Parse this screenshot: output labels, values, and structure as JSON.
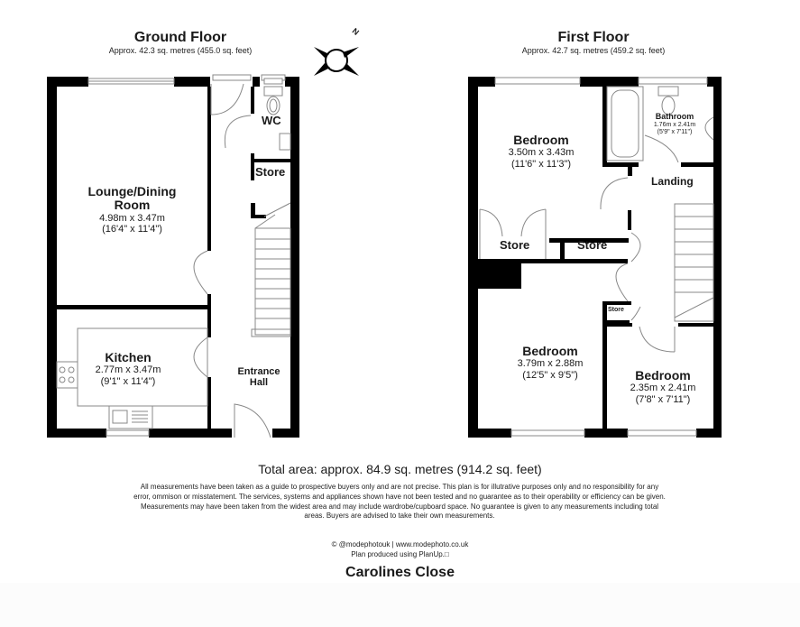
{
  "ground_floor": {
    "title": "Ground Floor",
    "area": "Approx. 42.3 sq. metres (455.0 sq. feet)",
    "rooms": [
      {
        "name_line1": "Lounge/Dining",
        "name_line2": "Room",
        "metric": "4.98m x 3.47m",
        "imperial": "(16'4\" x 11'4\")"
      },
      {
        "name_line1": "Kitchen",
        "metric": "2.77m x 3.47m",
        "imperial": "(9'1\" x 11'4\")"
      },
      {
        "name_line1": "Entrance",
        "name_line2": "Hall"
      },
      {
        "name_line1": "WC"
      },
      {
        "name_line1": "Store"
      }
    ]
  },
  "first_floor": {
    "title": "First Floor",
    "area": "Approx. 42.7 sq. metres (459.2 sq. feet)",
    "rooms": [
      {
        "name_line1": "Bedroom",
        "metric": "3.50m x 3.43m",
        "imperial": "(11'6\" x 11'3\")"
      },
      {
        "name_line1": "Bathroom",
        "metric": "1.76m x 2.41m",
        "imperial": "(5'9\" x 7'11\")"
      },
      {
        "name_line1": "Landing"
      },
      {
        "name_line1": "Store"
      },
      {
        "name_line1": "Store"
      },
      {
        "name_line1": "Store"
      },
      {
        "name_line1": "Bedroom",
        "metric": "3.79m x 2.88m",
        "imperial": "(12'5\" x 9'5\")"
      },
      {
        "name_line1": "Bedroom",
        "metric": "2.35m x 2.41m",
        "imperial": "(7'8\" x 7'11\")"
      }
    ]
  },
  "compass": {
    "label": "N"
  },
  "total_area": "Total area: approx. 84.9 sq. metres (914.2 sq. feet)",
  "disclaimer": "All measurements have been taken as a guide to prospective buyers only and are not precise. This plan is for illutrative purposes only and no responsibility for any error, ommison or misstatement. The services, systems and appliances shown have not been tested and no guarantee as to their operability or efficiency can be given. Measurements may have been taken from the widest area and may include wardrobe/cupboard space. No guarantee is given to any measurements including total areas. Buyers are advised to take their own measurements.",
  "credit_line1": "© @modephotouk | www.modephoto.co.uk",
  "credit_line2": "Plan produced using PlanUp.□",
  "address": "Carolines Close"
}
